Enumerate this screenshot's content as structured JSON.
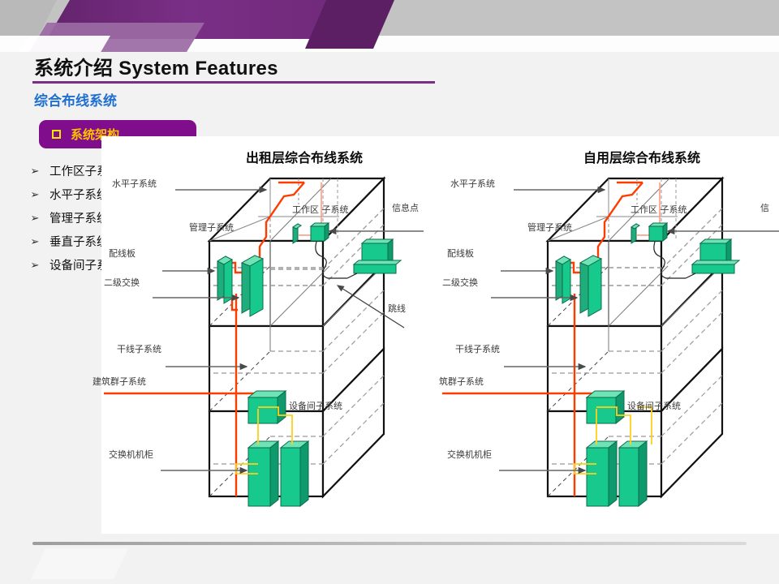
{
  "slide": {
    "title_main": "系统介绍 System Features",
    "title_sub": "综合布线系统",
    "badge": {
      "icon": "square-bullet-icon",
      "label": "系统架构"
    },
    "bullets": [
      {
        "marker": "➢",
        "label": "工作区子系统"
      },
      {
        "marker": "➢",
        "label": "水平子系统"
      },
      {
        "marker": "➢",
        "label": "管理子系统"
      },
      {
        "marker": "➢",
        "label": "垂直子系统"
      },
      {
        "marker": "➢",
        "label": "设备间子系统"
      }
    ],
    "colors": {
      "banner_purple": "#6d2877",
      "banner_purple_dark": "#5c1f63",
      "banner_purple_light": "#9b6aa4",
      "banner_gray": "#c3c3c4",
      "badge_purple": "#800e8c",
      "badge_yellow": "#ffc000",
      "subtitle_blue": "#1e6fd0",
      "device_green": "#21b07c",
      "cable_red": "#ff3c00",
      "cable_yellow": "#ffd11a"
    }
  },
  "diagrams": [
    {
      "id": "rental-floor",
      "title": "出租层综合布线系统",
      "labels": {
        "horizontal": "水平子系统",
        "management": "管理子系统",
        "work_area": "工作区 子系统",
        "info_outlet": "信息点",
        "patch_panel": "配线板",
        "secondary_switch": "二级交换",
        "patch_cord": "跳线",
        "backbone": "干线子系统",
        "campus": "建筑群子系统",
        "equipment_room": "设备间子系统",
        "switch_cabinet": "交换机机柜"
      }
    },
    {
      "id": "self-use-floor",
      "title": "自用层综合布线系统",
      "labels": {
        "horizontal": "水平子系统",
        "management": "管理子系统",
        "work_area": "工作区 子系统",
        "info_outlet": "信",
        "patch_panel": "配线板",
        "secondary_switch": "二级交换",
        "backbone": "干线子系统",
        "campus": "筑群子系统",
        "equipment_room": "设备间子系统",
        "switch_cabinet": "交换机机柜"
      }
    }
  ]
}
